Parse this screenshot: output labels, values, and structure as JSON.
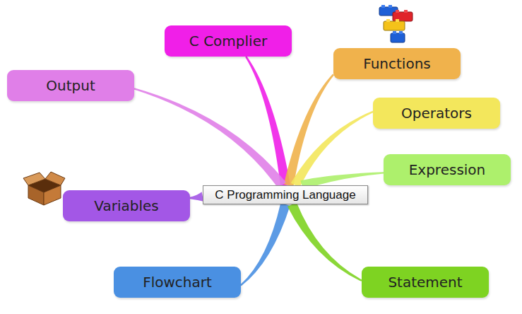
{
  "diagram": {
    "nodes": [
      {
        "text": [
          "C Programming Language"
        ]
      },
      {
        "text": [
          "C Complier"
        ]
      },
      {
        "text": [
          "Functions"
        ]
      },
      {
        "text": [
          "Output"
        ]
      },
      {
        "text": [
          "Operators"
        ]
      },
      {
        "text": [
          "Expression"
        ]
      },
      {
        "text": [
          "Variables"
        ]
      },
      {
        "text": [
          "Flowchart"
        ]
      },
      {
        "text": [
          "Statement"
        ]
      }
    ],
    "edges": [
      {
        "from": 0,
        "to": 1,
        "arrow": "none"
      },
      {
        "from": 0,
        "to": 2,
        "arrow": "none"
      },
      {
        "from": 0,
        "to": 3,
        "arrow": "none"
      },
      {
        "from": 0,
        "to": 4,
        "arrow": "none"
      },
      {
        "from": 0,
        "to": 5,
        "arrow": "none"
      },
      {
        "from": 0,
        "to": 6,
        "arrow": "none"
      },
      {
        "from": 0,
        "to": 7,
        "arrow": "none"
      },
      {
        "from": 0,
        "to": 8,
        "arrow": "none"
      }
    ]
  }
}
